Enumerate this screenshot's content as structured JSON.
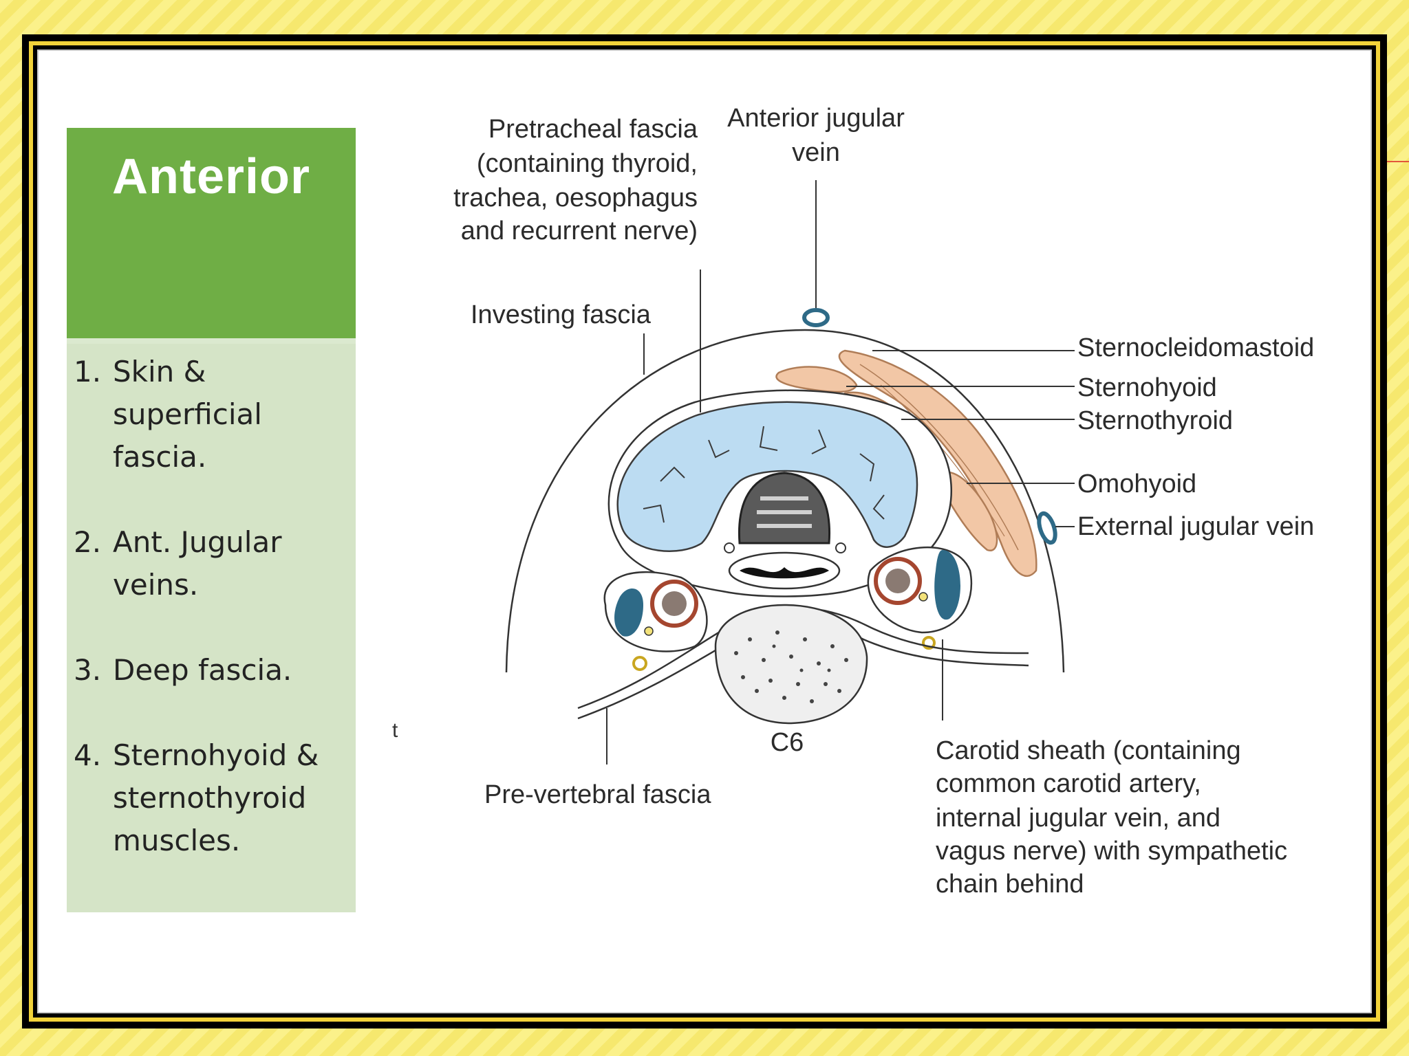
{
  "panel": {
    "heading": "Anterior",
    "items": [
      {
        "num": "1.",
        "text": "Skin & superficial fascia."
      },
      {
        "num": "2.",
        "text": "Ant. Jugular veins."
      },
      {
        "num": "3.",
        "text": "Deep fascia."
      },
      {
        "num": "4.",
        "text": "Sternohyoid & sternothyroid muscles."
      }
    ]
  },
  "stray_char": "t",
  "diagram": {
    "labels": {
      "pretracheal": [
        "Pretracheal fascia",
        "(containing thyroid,",
        "trachea, oesophagus",
        "and recurrent nerve)"
      ],
      "anterior_jugular": [
        "Anterior jugular",
        "vein"
      ],
      "investing": "Investing fascia",
      "sternocleidomastoid": "Sternocleidomastoid",
      "sternohyoid": "Sternohyoid",
      "sternothyroid": "Sternothyroid",
      "omohyoid": "Omohyoid",
      "external_jugular": "External jugular vein",
      "c6": "C6",
      "prevertebral": "Pre-vertebral fascia",
      "carotid": [
        "Carotid sheath (containing",
        "common carotid artery,",
        "internal jugular vein, and",
        "vagus nerve) with sympathetic",
        "chain behind"
      ]
    }
  },
  "colors": {
    "background": "#fbf18a",
    "frame_gold": "#f3d33a",
    "panel_header": "#6fae45",
    "panel_body": "#d5e4c7",
    "thyroid": "#bcdcf2",
    "muscle": "#f2c7a6",
    "vein": "#2e6a87"
  }
}
